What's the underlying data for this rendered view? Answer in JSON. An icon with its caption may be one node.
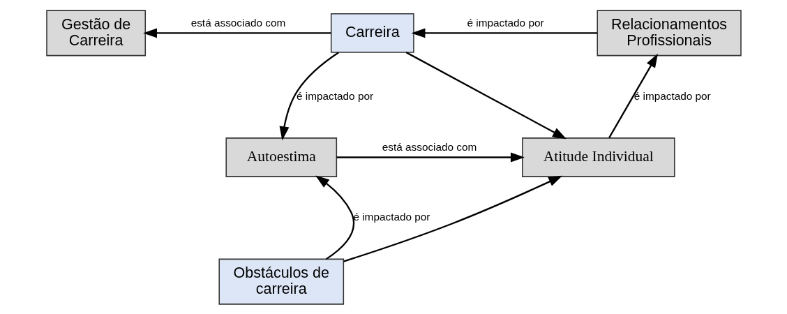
{
  "diagram": {
    "nodes": [
      {
        "text": [
          "Gestão de Carreira"
        ]
      },
      {
        "text": [
          "Carreira"
        ]
      },
      {
        "text": [
          "Relacionamentos Profissionais"
        ]
      },
      {
        "text": [
          "Autoestima"
        ]
      },
      {
        "text": [
          "Atitude Individual"
        ]
      },
      {
        "text": [
          "Obstáculos de carreira"
        ]
      }
    ],
    "edges": [
      {
        "from": 1,
        "to": 0,
        "arrow": "to",
        "label": "está associado com"
      },
      {
        "from": 2,
        "to": 1,
        "arrow": "to",
        "label": "é impactado por"
      },
      {
        "from": 1,
        "to": 3,
        "arrow": "to",
        "label": "é impactado por"
      },
      {
        "from": 1,
        "to": 4,
        "arrow": "to"
      },
      {
        "from": 3,
        "to": 4,
        "arrow": "to",
        "label": "está associado com"
      },
      {
        "from": 5,
        "to": 3,
        "arrow": "to",
        "label": "é impactado por"
      },
      {
        "from": 5,
        "to": 4,
        "arrow": "to"
      },
      {
        "from": 4,
        "to": 2,
        "arrow": "to",
        "label": "é impactado por"
      }
    ]
  }
}
